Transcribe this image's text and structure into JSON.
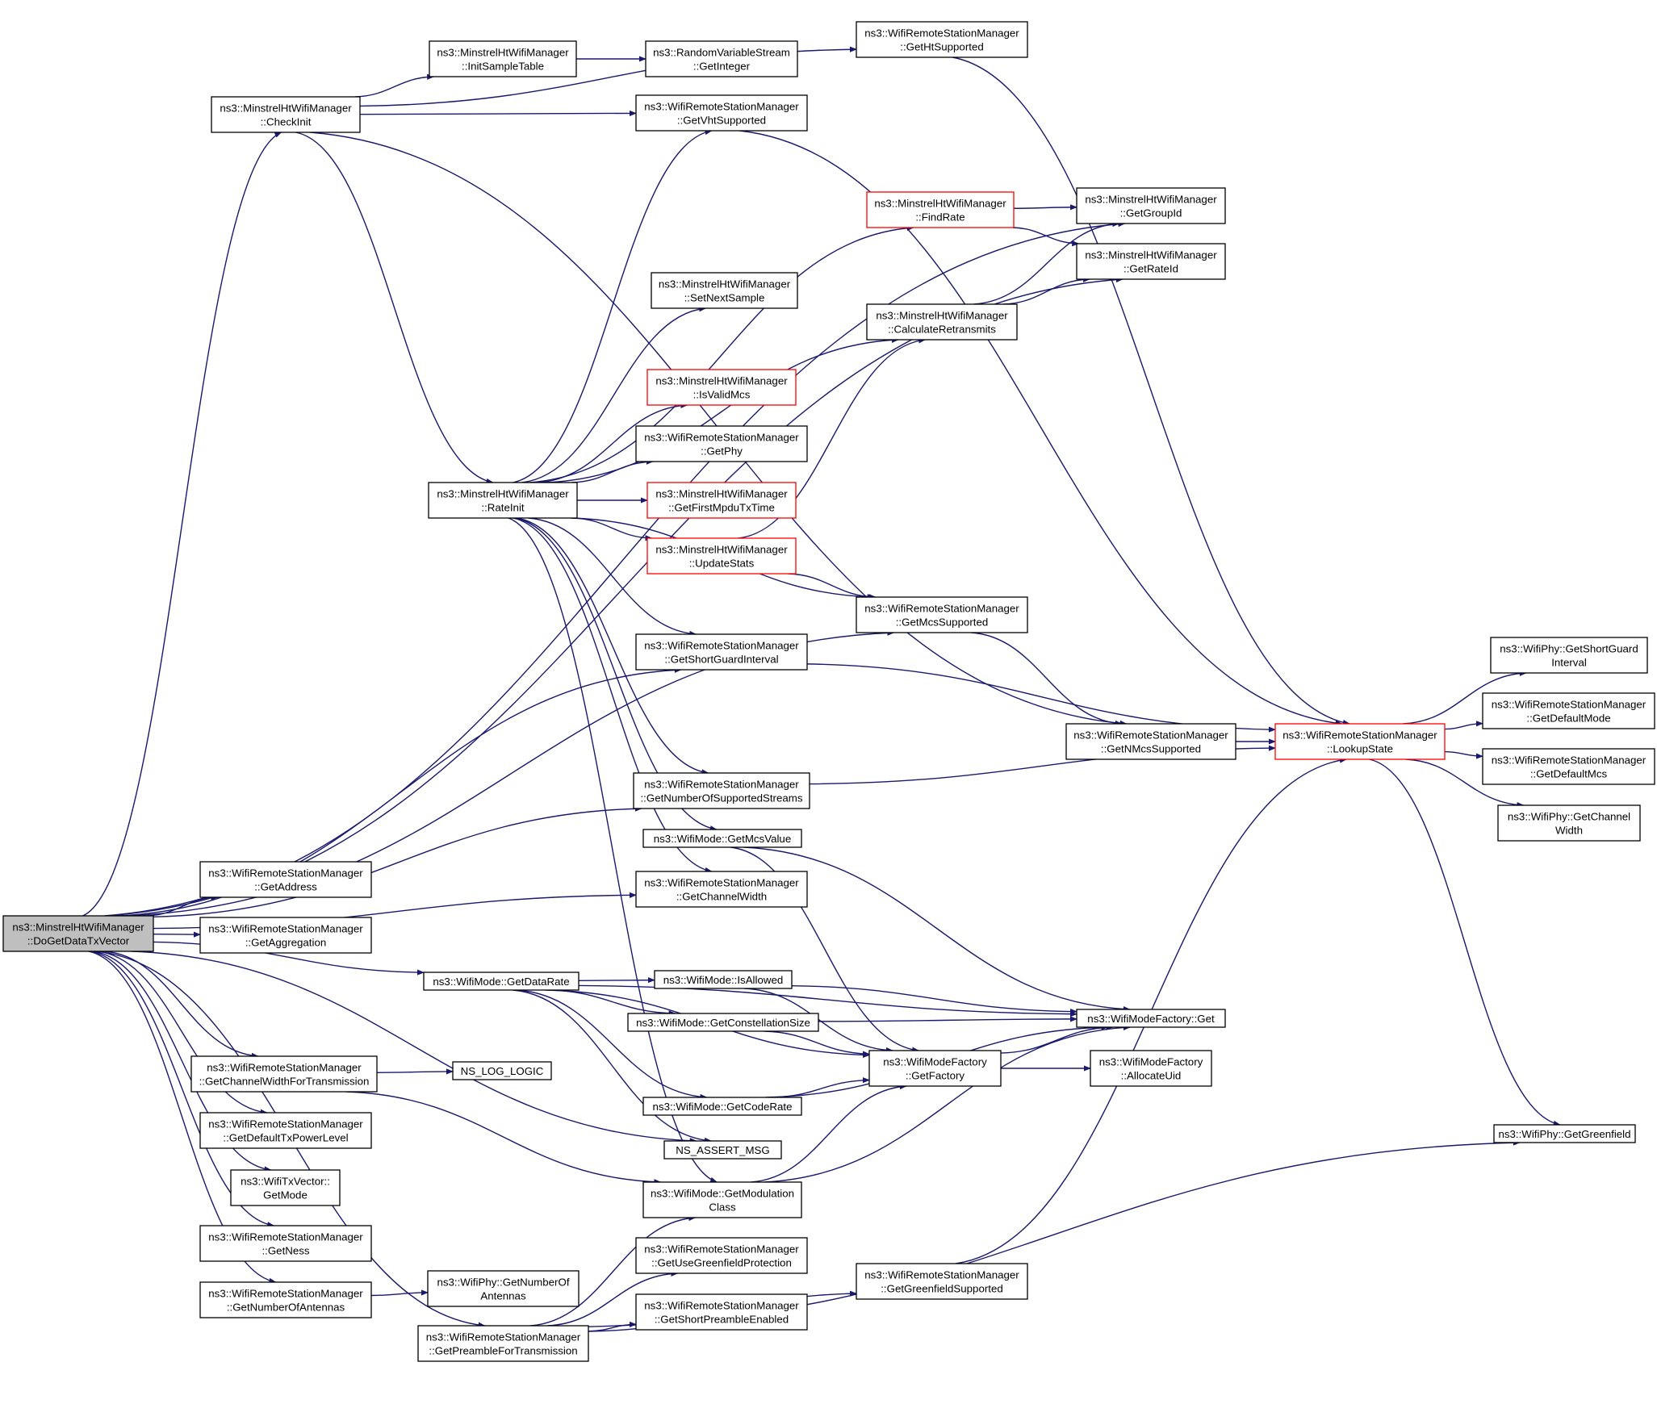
{
  "diagram": {
    "type": "call-graph",
    "edge_color": "#191970",
    "truncated_border_color": "#ff0000",
    "root_fill": "#bfbfbf",
    "nodes": [
      {
        "id": "root",
        "lines": [
          "ns3::MinstrelHtWifiManager",
          "::DoGetDataTxVector"
        ],
        "root": true
      },
      {
        "id": "checkinit",
        "lines": [
          "ns3::MinstrelHtWifiManager",
          "::CheckInit"
        ]
      },
      {
        "id": "initsample",
        "lines": [
          "ns3::MinstrelHtWifiManager",
          "::InitSampleTable"
        ]
      },
      {
        "id": "getinteger",
        "lines": [
          "ns3::RandomVariableStream",
          "::GetInteger"
        ]
      },
      {
        "id": "getht",
        "lines": [
          "ns3::WifiRemoteStationManager",
          "::GetHtSupported"
        ]
      },
      {
        "id": "getvht",
        "lines": [
          "ns3::WifiRemoteStationManager",
          "::GetVhtSupported"
        ]
      },
      {
        "id": "findrate",
        "lines": [
          "ns3::MinstrelHtWifiManager",
          "::FindRate"
        ],
        "truncated": true
      },
      {
        "id": "getgroupid",
        "lines": [
          "ns3::MinstrelHtWifiManager",
          "::GetGroupId"
        ]
      },
      {
        "id": "getrateid",
        "lines": [
          "ns3::MinstrelHtWifiManager",
          "::GetRateId"
        ]
      },
      {
        "id": "setnext",
        "lines": [
          "ns3::MinstrelHtWifiManager",
          "::SetNextSample"
        ]
      },
      {
        "id": "calcretx",
        "lines": [
          "ns3::MinstrelHtWifiManager",
          "::CalculateRetransmits"
        ]
      },
      {
        "id": "isvalidmcs",
        "lines": [
          "ns3::MinstrelHtWifiManager",
          "::IsValidMcs"
        ],
        "truncated": true
      },
      {
        "id": "getphy",
        "lines": [
          "ns3::WifiRemoteStationManager",
          "::GetPhy"
        ]
      },
      {
        "id": "rateinit",
        "lines": [
          "ns3::MinstrelHtWifiManager",
          "::RateInit"
        ]
      },
      {
        "id": "firstmpdu",
        "lines": [
          "ns3::MinstrelHtWifiManager",
          "::GetFirstMpduTxTime"
        ],
        "truncated": true
      },
      {
        "id": "updatestats",
        "lines": [
          "ns3::MinstrelHtWifiManager",
          "::UpdateStats"
        ],
        "truncated": true
      },
      {
        "id": "getmcssup",
        "lines": [
          "ns3::WifiRemoteStationManager",
          "::GetMcsSupported"
        ]
      },
      {
        "id": "getsgi",
        "lines": [
          "ns3::WifiRemoteStationManager",
          "::GetShortGuardInterval"
        ]
      },
      {
        "id": "getnmcs",
        "lines": [
          "ns3::WifiRemoteStationManager",
          "::GetNMcsSupported"
        ]
      },
      {
        "id": "lookup",
        "lines": [
          "ns3::WifiRemoteStationManager",
          "::LookupState"
        ],
        "truncated": true
      },
      {
        "id": "phy_sgi",
        "lines": [
          "ns3::WifiPhy::GetShortGuard",
          "Interval"
        ]
      },
      {
        "id": "defmode",
        "lines": [
          "ns3::WifiRemoteStationManager",
          "::GetDefaultMode"
        ]
      },
      {
        "id": "defmcs",
        "lines": [
          "ns3::WifiRemoteStationManager",
          "::GetDefaultMcs"
        ]
      },
      {
        "id": "phy_cw",
        "lines": [
          "ns3::WifiPhy::GetChannel",
          "Width"
        ]
      },
      {
        "id": "numstreams",
        "lines": [
          "ns3::WifiRemoteStationManager",
          "::GetNumberOfSupportedStreams"
        ]
      },
      {
        "id": "mcsvalue",
        "lines": [
          "ns3::WifiMode::GetMcsValue"
        ]
      },
      {
        "id": "getaddr",
        "lines": [
          "ns3::WifiRemoteStationManager",
          "::GetAddress"
        ]
      },
      {
        "id": "getcw",
        "lines": [
          "ns3::WifiRemoteStationManager",
          "::GetChannelWidth"
        ]
      },
      {
        "id": "getaggr",
        "lines": [
          "ns3::WifiRemoteStationManager",
          "::GetAggregation"
        ]
      },
      {
        "id": "datarate",
        "lines": [
          "ns3::WifiMode::GetDataRate"
        ]
      },
      {
        "id": "isallowed",
        "lines": [
          "ns3::WifiMode::IsAllowed"
        ]
      },
      {
        "id": "constsize",
        "lines": [
          "ns3::WifiMode::GetConstellationSize"
        ]
      },
      {
        "id": "mfget",
        "lines": [
          "ns3::WifiModeFactory::Get"
        ]
      },
      {
        "id": "getfactory",
        "lines": [
          "ns3::WifiModeFactory",
          "::GetFactory"
        ]
      },
      {
        "id": "allocuid",
        "lines": [
          "ns3::WifiModeFactory",
          "::AllocateUid"
        ]
      },
      {
        "id": "cwfortx",
        "lines": [
          "ns3::WifiRemoteStationManager",
          "::GetChannelWidthForTransmission"
        ]
      },
      {
        "id": "nslog",
        "lines": [
          "NS_LOG_LOGIC"
        ]
      },
      {
        "id": "coderate",
        "lines": [
          "ns3::WifiMode::GetCodeRate"
        ]
      },
      {
        "id": "deftxp",
        "lines": [
          "ns3::WifiRemoteStationManager",
          "::GetDefaultTxPowerLevel"
        ]
      },
      {
        "id": "nsassert",
        "lines": [
          "NS_ASSERT_MSG"
        ]
      },
      {
        "id": "txvgetmode",
        "lines": [
          "ns3::WifiTxVector::",
          "GetMode"
        ]
      },
      {
        "id": "modclass",
        "lines": [
          "ns3::WifiMode::GetModulation",
          "Class"
        ]
      },
      {
        "id": "greenfield",
        "lines": [
          "ns3::WifiPhy::GetGreenfield"
        ]
      },
      {
        "id": "getness",
        "lines": [
          "ns3::WifiRemoteStationManager",
          "::GetNess"
        ]
      },
      {
        "id": "usegf",
        "lines": [
          "ns3::WifiRemoteStationManager",
          "::GetUseGreenfieldProtection"
        ]
      },
      {
        "id": "gfsup",
        "lines": [
          "ns3::WifiRemoteStationManager",
          "::GetGreenfieldSupported"
        ]
      },
      {
        "id": "numant",
        "lines": [
          "ns3::WifiRemoteStationManager",
          "::GetNumberOfAntennas"
        ]
      },
      {
        "id": "phyant",
        "lines": [
          "ns3::WifiPhy::GetNumberOf",
          "Antennas"
        ]
      },
      {
        "id": "shortpre",
        "lines": [
          "ns3::WifiRemoteStationManager",
          "::GetShortPreambleEnabled"
        ]
      },
      {
        "id": "preamble",
        "lines": [
          "ns3::WifiRemoteStationManager",
          "::GetPreambleForTransmission"
        ]
      }
    ],
    "edges": [
      [
        "root",
        "checkinit"
      ],
      [
        "root",
        "getgroupid"
      ],
      [
        "root",
        "getrateid"
      ],
      [
        "root",
        "getsgi"
      ],
      [
        "root",
        "getmcssup"
      ],
      [
        "root",
        "numstreams"
      ],
      [
        "root",
        "getcw"
      ],
      [
        "root",
        "getaddr"
      ],
      [
        "root",
        "getaggr"
      ],
      [
        "root",
        "datarate"
      ],
      [
        "root",
        "cwfortx"
      ],
      [
        "root",
        "nsassert"
      ],
      [
        "root",
        "deftxp"
      ],
      [
        "root",
        "txvgetmode"
      ],
      [
        "root",
        "getness"
      ],
      [
        "root",
        "numant"
      ],
      [
        "root",
        "preamble"
      ],
      [
        "checkinit",
        "getht"
      ],
      [
        "checkinit",
        "initsample"
      ],
      [
        "checkinit",
        "getvht"
      ],
      [
        "checkinit",
        "rateinit"
      ],
      [
        "checkinit",
        "getnmcs"
      ],
      [
        "initsample",
        "getinteger"
      ],
      [
        "getht",
        "lookup"
      ],
      [
        "getvht",
        "lookup"
      ],
      [
        "findrate",
        "getgroupid"
      ],
      [
        "findrate",
        "getrateid"
      ],
      [
        "calcretx",
        "getgroupid"
      ],
      [
        "calcretx",
        "getrateid"
      ],
      [
        "rateinit",
        "getvht"
      ],
      [
        "rateinit",
        "findrate"
      ],
      [
        "rateinit",
        "setnext"
      ],
      [
        "rateinit",
        "calcretx"
      ],
      [
        "rateinit",
        "isvalidmcs"
      ],
      [
        "rateinit",
        "getphy"
      ],
      [
        "rateinit",
        "firstmpdu"
      ],
      [
        "rateinit",
        "updatestats"
      ],
      [
        "rateinit",
        "getmcssup"
      ],
      [
        "rateinit",
        "getsgi"
      ],
      [
        "rateinit",
        "numstreams"
      ],
      [
        "rateinit",
        "mcsvalue"
      ],
      [
        "rateinit",
        "getcw"
      ],
      [
        "rateinit",
        "modclass"
      ],
      [
        "updatestats",
        "calcretx"
      ],
      [
        "updatestats",
        "getmcssup"
      ],
      [
        "getmcssup",
        "getnmcs"
      ],
      [
        "getsgi",
        "lookup"
      ],
      [
        "getnmcs",
        "lookup"
      ],
      [
        "numstreams",
        "lookup"
      ],
      [
        "lookup",
        "phy_sgi"
      ],
      [
        "lookup",
        "defmode"
      ],
      [
        "lookup",
        "defmcs"
      ],
      [
        "lookup",
        "phy_cw"
      ],
      [
        "lookup",
        "greenfield"
      ],
      [
        "mcsvalue",
        "mfget"
      ],
      [
        "mcsvalue",
        "getfactory"
      ],
      [
        "datarate",
        "mfget"
      ],
      [
        "datarate",
        "isallowed"
      ],
      [
        "datarate",
        "constsize"
      ],
      [
        "datarate",
        "getfactory"
      ],
      [
        "datarate",
        "coderate"
      ],
      [
        "datarate",
        "nsassert"
      ],
      [
        "isallowed",
        "mfget"
      ],
      [
        "isallowed",
        "getfactory"
      ],
      [
        "constsize",
        "mfget"
      ],
      [
        "constsize",
        "getfactory"
      ],
      [
        "getfactory",
        "mfget"
      ],
      [
        "getfactory",
        "allocuid"
      ],
      [
        "coderate",
        "getfactory"
      ],
      [
        "coderate",
        "mfget"
      ],
      [
        "cwfortx",
        "nslog"
      ],
      [
        "cwfortx",
        "modclass"
      ],
      [
        "modclass",
        "getfactory"
      ],
      [
        "modclass",
        "mfget"
      ],
      [
        "numant",
        "phyant"
      ],
      [
        "preamble",
        "modclass"
      ],
      [
        "preamble",
        "usegf"
      ],
      [
        "preamble",
        "shortpre"
      ],
      [
        "preamble",
        "gfsup"
      ],
      [
        "preamble",
        "greenfield"
      ],
      [
        "gfsup",
        "lookup"
      ]
    ]
  }
}
